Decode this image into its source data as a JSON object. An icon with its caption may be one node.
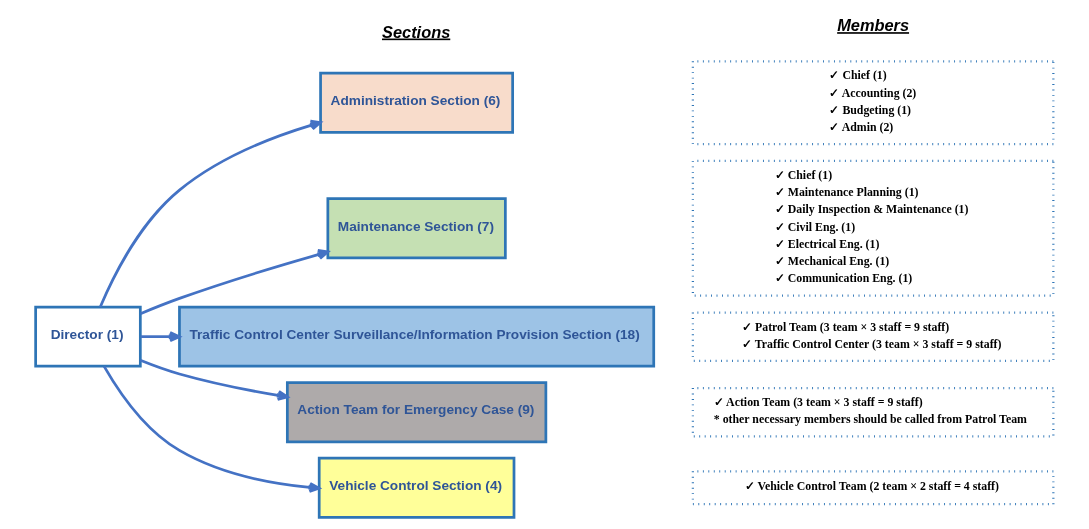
{
  "diagram": {
    "nodes": [
      {
        "text": [
          "Director (1)"
        ]
      },
      {
        "text": [
          "Administration Section (6)"
        ]
      },
      {
        "text": [
          "Maintenance Section (7)"
        ]
      },
      {
        "text": [
          "Traffic Control Center Surveillance/Information Provision Section (18)"
        ]
      },
      {
        "text": [
          "Action Team for Emergency Case (9)"
        ]
      },
      {
        "text": [
          "Vehicle Control Section (4)"
        ]
      },
      {
        "text": [
          "✓ Chief (1)",
          "✓ Accounting (2)",
          "✓ Budgeting (1)",
          "✓ Admin (2)"
        ]
      },
      {
        "text": [
          "✓ Chief (1)",
          "✓ Maintenance Planning (1)",
          "✓ Daily Inspection & Maintenance (1)",
          "✓ Civil Eng. (1)",
          "✓ Electrical Eng. (1)",
          "✓ Mechanical Eng. (1)",
          "✓ Communication Eng. (1)"
        ]
      },
      {
        "text": [
          "✓ Patrol Team (3 team × 3 staff = 9 staff)",
          "✓ Traffic Control Center (3 team × 3 staff = 9 staff)"
        ]
      },
      {
        "text": [
          "✓ Action Team (3 team × 3 staff = 9 staff)",
          "* other necessary members should be called from Patrol Team"
        ]
      },
      {
        "text": [
          "✓ Vehicle Control Team (2 team × 2 staff = 4 staff)"
        ]
      }
    ],
    "edges": [
      {
        "from": 0,
        "to": 1,
        "arrow": "to"
      },
      {
        "from": 0,
        "to": 2,
        "arrow": "to"
      },
      {
        "from": 0,
        "to": 3,
        "arrow": "to"
      },
      {
        "from": 0,
        "to": 4,
        "arrow": "to"
      },
      {
        "from": 0,
        "to": 5,
        "arrow": "to"
      }
    ],
    "labels": [
      "Sections",
      "Members"
    ]
  }
}
